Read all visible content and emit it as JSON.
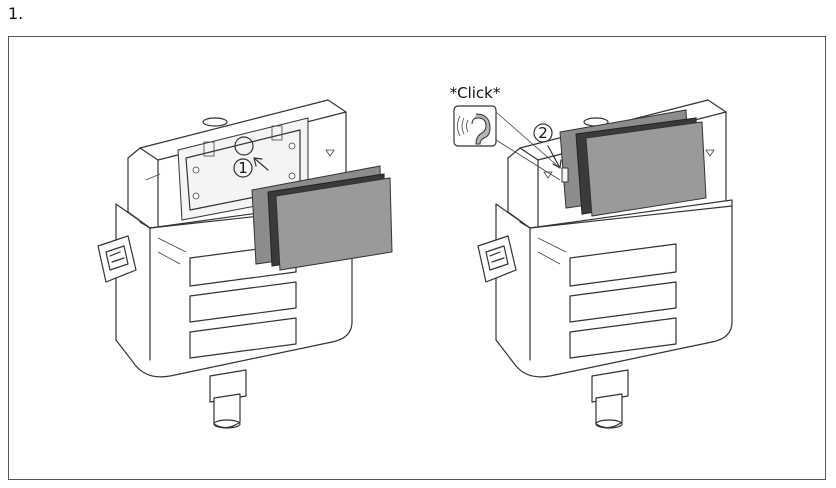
{
  "step": {
    "label": "1."
  },
  "callouts": {
    "first": "1",
    "second": "2",
    "click_text": "*Click*"
  },
  "icons": {
    "sound": "ear-sound-icon"
  }
}
